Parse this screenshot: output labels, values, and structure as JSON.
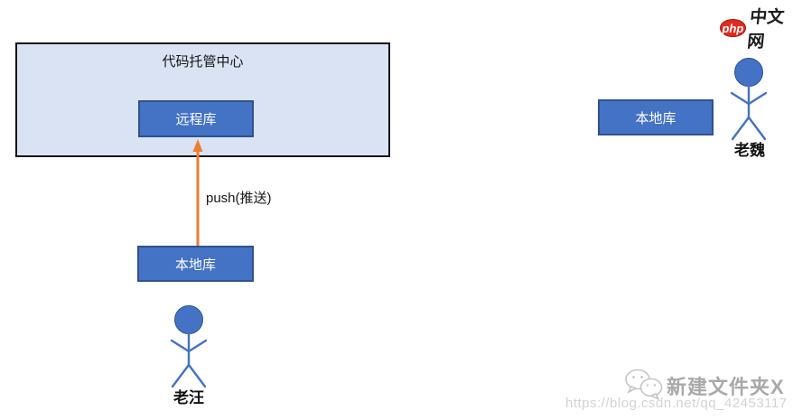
{
  "header": {
    "logo": {
      "badge_text": "php",
      "site_text": "中文网"
    }
  },
  "diagram": {
    "hosting_center": {
      "title": "代码托管中心"
    },
    "remote_repo": {
      "label": "远程库"
    },
    "push_arrow": {
      "label": "push(推送)",
      "direction": "up"
    },
    "local_repo_left": {
      "label": "本地库"
    },
    "local_repo_right": {
      "label": "本地库"
    },
    "person_left": {
      "name": "老汪"
    },
    "person_right": {
      "name": "老魏"
    }
  },
  "watermark": {
    "icon": "wechat-icon",
    "brand": "新建文件夹X",
    "url": "https://blog.csdn.net/qq_42453117"
  },
  "colors": {
    "box_fill_light": "#dae3f3",
    "box_fill_primary": "#4472c4",
    "box_border_primary": "#2f528f",
    "outer_border": "#141414",
    "arrow_orange": "#ed7d31",
    "logo_red": "#e02b20",
    "text_dark": "#161616",
    "watermark_gray": "#a9a9a9",
    "watermark_url_gray": "#d3d3d3"
  }
}
